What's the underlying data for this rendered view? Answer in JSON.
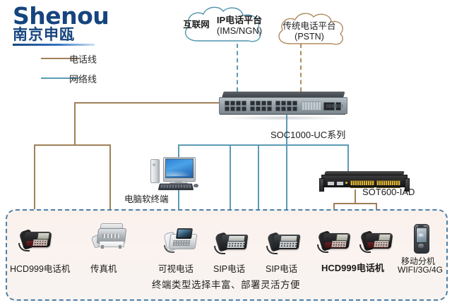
{
  "brand": {
    "name_en": "Shenou",
    "name_cn": "南京申瓯"
  },
  "legend": {
    "items": [
      {
        "label": "电话线",
        "color": "#a08058",
        "type": "phone-line"
      },
      {
        "label": "网络线",
        "color": "#5b9bb5",
        "type": "network-line"
      }
    ]
  },
  "clouds": [
    {
      "id": "ims-ngn",
      "tag": "互联网",
      "line1": "IP电话平台",
      "line2": "(IMS/NGN)",
      "color": "#4e94ad"
    },
    {
      "id": "pstn",
      "line1": "传统电话平台",
      "line2": "(PSTN)",
      "color": "#b08a5e"
    }
  ],
  "devices": {
    "switch": {
      "label": "SOC1000-UC系列",
      "port_banks": 3,
      "ports_per_bank": 8
    },
    "iad": {
      "label": "SOT600-IAD"
    },
    "pc": {
      "label": "电脑软终端"
    }
  },
  "terminals": [
    {
      "id": "hcd999-left",
      "label": "HCD999电话机",
      "link": "phone-line"
    },
    {
      "id": "fax",
      "label": "传真机",
      "link": "phone-line"
    },
    {
      "id": "video-phone",
      "label": "可视电话",
      "link": "network-line"
    },
    {
      "id": "sip-1",
      "label": "SIP电话",
      "link": "network-line"
    },
    {
      "id": "sip-2",
      "label": "SIP电话",
      "link": "network-line"
    },
    {
      "id": "hcd999-pair",
      "label": "HCD999电话机",
      "link": "phone-line"
    },
    {
      "id": "mobile",
      "label_line1": "移动分机",
      "label_line2": "WIFI/3G/4G",
      "link": "wireless"
    }
  ],
  "panel": {
    "caption": "终端类型选择丰富、部署灵活方便",
    "border_color": "#4a7fa8"
  }
}
